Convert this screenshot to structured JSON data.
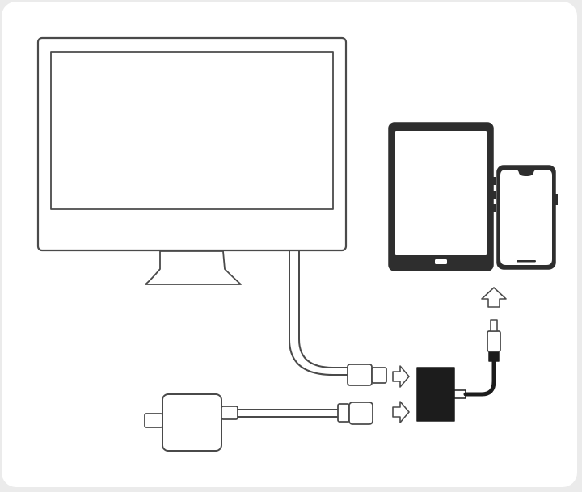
{
  "diagram": {
    "kind": "connection-illustration",
    "colors": {
      "background": "#ebebeb",
      "card": "#ffffff",
      "outline": "#4a4a4a",
      "device_fill": "#2e2e2e",
      "screen_fill": "#ffffff"
    },
    "devices": [
      {
        "id": "monitor",
        "icon": "monitor-icon"
      },
      {
        "id": "tablet",
        "icon": "tablet-icon"
      },
      {
        "id": "phone",
        "icon": "smartphone-icon"
      },
      {
        "id": "power-adapter",
        "icon": "power-adapter-icon"
      },
      {
        "id": "adapter-hub",
        "icon": "adapter-hub-icon"
      }
    ],
    "connections": [
      {
        "from": "monitor",
        "to": "adapter-hub",
        "icon": "hdmi-cable-icon"
      },
      {
        "from": "power-adapter",
        "to": "adapter-hub",
        "icon": "usb-cable-icon"
      },
      {
        "from": "adapter-hub",
        "to": "phone",
        "icon": "lightning-cable-icon"
      }
    ],
    "arrows": [
      {
        "direction": "right",
        "icon": "arrow-right-icon"
      },
      {
        "direction": "right",
        "icon": "arrow-right-icon"
      },
      {
        "direction": "up",
        "icon": "arrow-up-icon"
      }
    ]
  }
}
